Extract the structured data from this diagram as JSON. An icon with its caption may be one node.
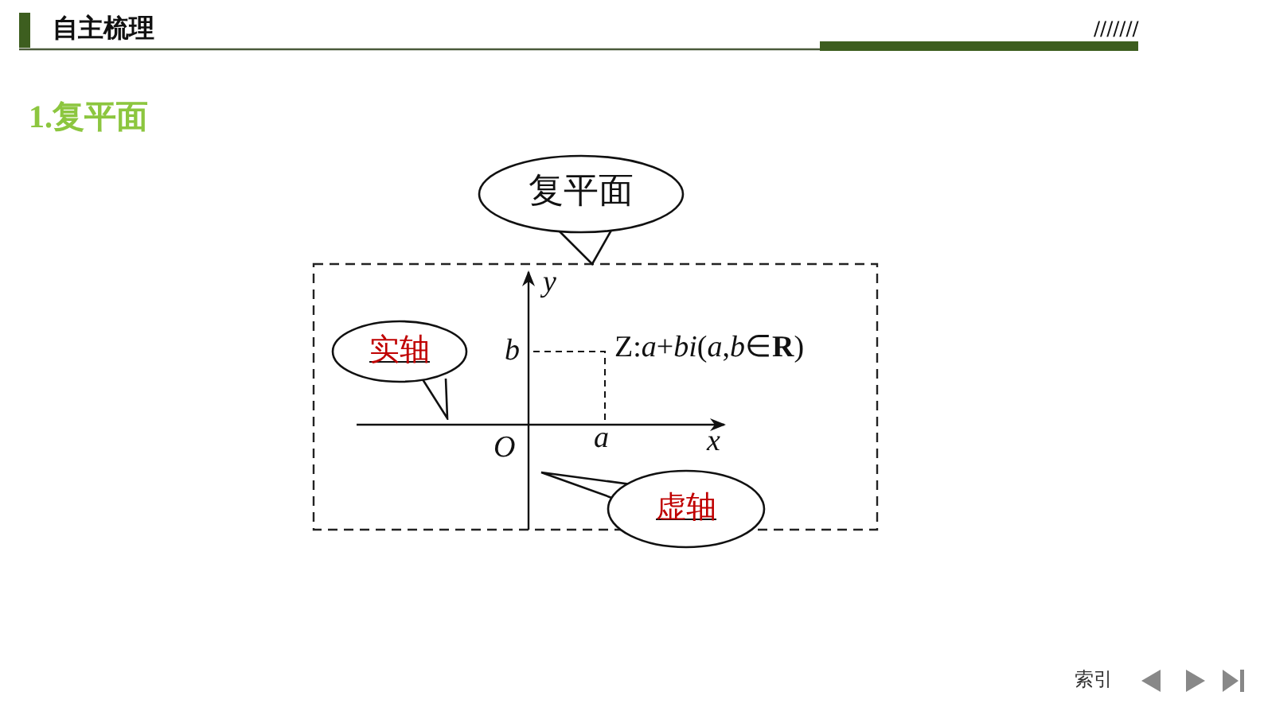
{
  "diagram": {
    "nodes": [
      {
        "text": [
          "复平面"
        ]
      },
      {
        "text": [
          "实轴"
        ]
      },
      {
        "text": [
          "虚轴"
        ]
      }
    ],
    "labels": [
      "自主梳理",
      "///////",
      "1.复平面",
      "y",
      "b",
      "Z:*a*+*bi*(*a*,*b*∈**R**)",
      "O",
      "a",
      "x",
      "索引"
    ]
  }
}
